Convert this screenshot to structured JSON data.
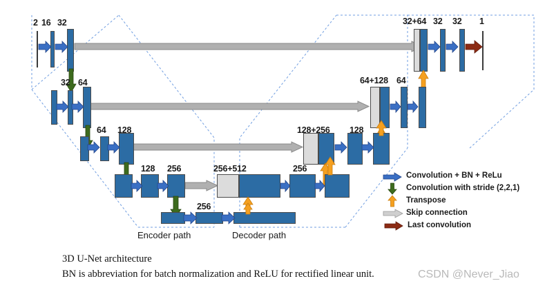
{
  "diagram": {
    "title": "3D U-Net architecture",
    "colors": {
      "block_blue": "#2c6ca4",
      "concat_gray": "#dcdcdc",
      "conv_arrow_blue": "#3a6fc4",
      "stride_arrow_green": "#3d6b1e",
      "transpose_arrow_orange": "#f5a020",
      "skip_arrow_gray": "#b0b0b0",
      "last_conv_arrow_red": "#8c2b14",
      "dashed_boundary": "#6f9de0"
    },
    "rows": {
      "level1": {
        "encoder_labels": [
          "2",
          "16",
          "32"
        ],
        "decoder_labels": [
          "32+64",
          "32",
          "32",
          "1"
        ]
      },
      "level2": {
        "encoder_labels": [
          "32",
          "64"
        ],
        "decoder_labels": [
          "64+128",
          "64"
        ]
      },
      "level3": {
        "encoder_labels": [
          "64",
          "128"
        ],
        "decoder_labels": [
          "128+256",
          "128"
        ]
      },
      "level4": {
        "encoder_labels": [
          "128",
          "256"
        ],
        "decoder_labels": [
          "256+512",
          "256"
        ]
      },
      "level5": {
        "bottleneck_labels": [
          "256"
        ]
      }
    },
    "path_labels": {
      "encoder": "Encoder path",
      "decoder": "Decoder path"
    },
    "legend": {
      "items": [
        {
          "icon": "blue-right-arrow-icon",
          "label": "Convolution + BN + ReLu"
        },
        {
          "icon": "green-down-arrow-icon",
          "label": "Convolution with stride (2,2,1)"
        },
        {
          "icon": "orange-up-arrow-icon",
          "label": "Transpose"
        },
        {
          "icon": "gray-right-arrow-icon",
          "label": "Skip connection"
        },
        {
          "icon": "red-right-arrow-icon",
          "label": "Last convolution"
        }
      ]
    }
  },
  "caption": {
    "line1": "3D U-Net architecture",
    "line2": "BN is abbreviation for batch normalization and ReLU for rectified linear unit."
  },
  "watermark": {
    "text": "CSDN @Never_Jiao"
  }
}
